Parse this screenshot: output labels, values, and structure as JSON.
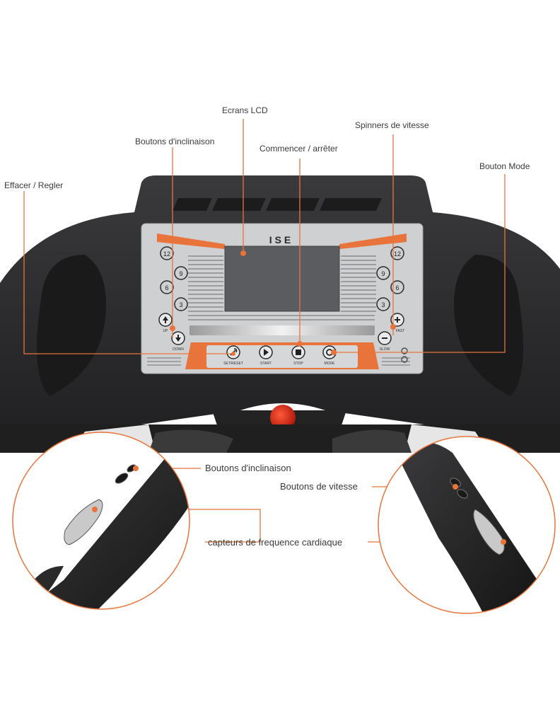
{
  "colors": {
    "accent": "#e8743b",
    "console": "#2e2e30",
    "panel": "#cfd0d2",
    "lcd": "#5a5c60"
  },
  "brand": "ISE",
  "callouts": {
    "ecrans_lcd": "Ecrans LCD",
    "boutons_inclinaison_top": "Boutons d'inclinaison",
    "spinners_vitesse": "Spinners de vitesse",
    "commencer_arreter": "Commencer / arrêter",
    "bouton_mode": "Bouton Mode",
    "effacer_regler": "Effacer / Regler",
    "boutons_inclinaison_handle": "Boutons d'inclinaison",
    "boutons_vitesse": "Boutons de vitesse",
    "capteurs_frequence": "capteurs de frequence cardiaque"
  },
  "incline_presets": [
    "12",
    "9",
    "6",
    "3"
  ],
  "speed_presets": [
    "12",
    "9",
    "6",
    "3"
  ],
  "panel_labels": {
    "up": "UP",
    "down": "DOWN",
    "fast": "FAST",
    "slow": "SLOW",
    "set_reset": "SET/RESET",
    "start": "START",
    "stop": "STOP",
    "mode": "MODE"
  },
  "icons": [
    "up-arrow-icon",
    "down-arrow-icon",
    "plus-icon",
    "minus-icon",
    "wrench-icon",
    "play-icon",
    "stop-icon",
    "gear-icon"
  ]
}
